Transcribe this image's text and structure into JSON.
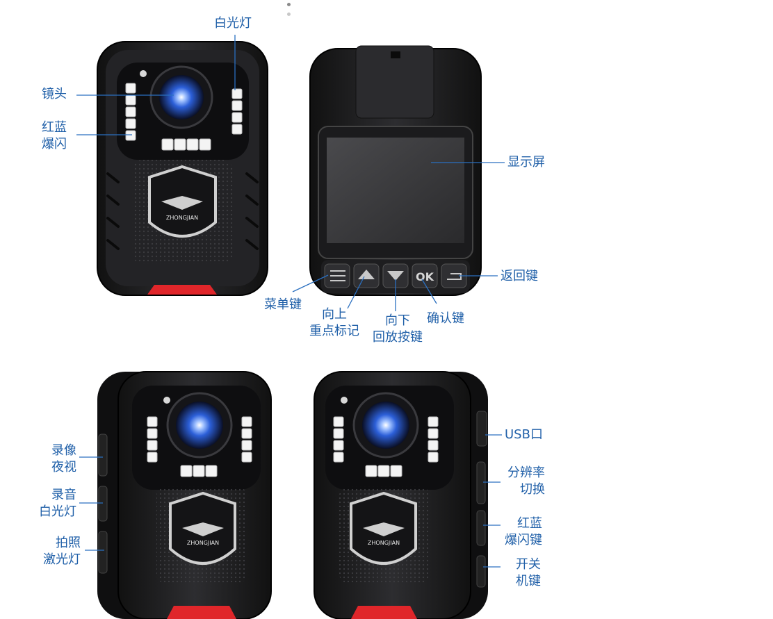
{
  "brand": {
    "logo_text": "ZHONGJIAN"
  },
  "colors": {
    "label": "#1f5fa8",
    "line": "#2a6fc0",
    "body": "#1c1c1e",
    "accent_red": "#e0262a",
    "lens_glow": "#3b7bff"
  },
  "labels": {
    "white_light": "白光灯",
    "lens": "镜头",
    "red_blue_flash_1": "红蓝",
    "red_blue_flash_2": "爆闪",
    "display": "显示屏",
    "back_key": "返回键",
    "menu_key": "菜单键",
    "up_1": "向上",
    "up_2": "重点标记",
    "down_1": "向下",
    "down_2": "回放按键",
    "confirm_key": "确认键",
    "record_1": "录像",
    "record_2": "夜视",
    "audio_1": "录音",
    "audio_2": "白光灯",
    "photo_1": "拍照",
    "photo_2": "激光灯",
    "usb": "USB口",
    "resolution_1": "分辨率",
    "resolution_2": "切换",
    "flash_key_1": "红蓝",
    "flash_key_2": "爆闪键",
    "power_1": "开关",
    "power_2": "机键"
  },
  "buttons": {
    "ok": "OK"
  }
}
